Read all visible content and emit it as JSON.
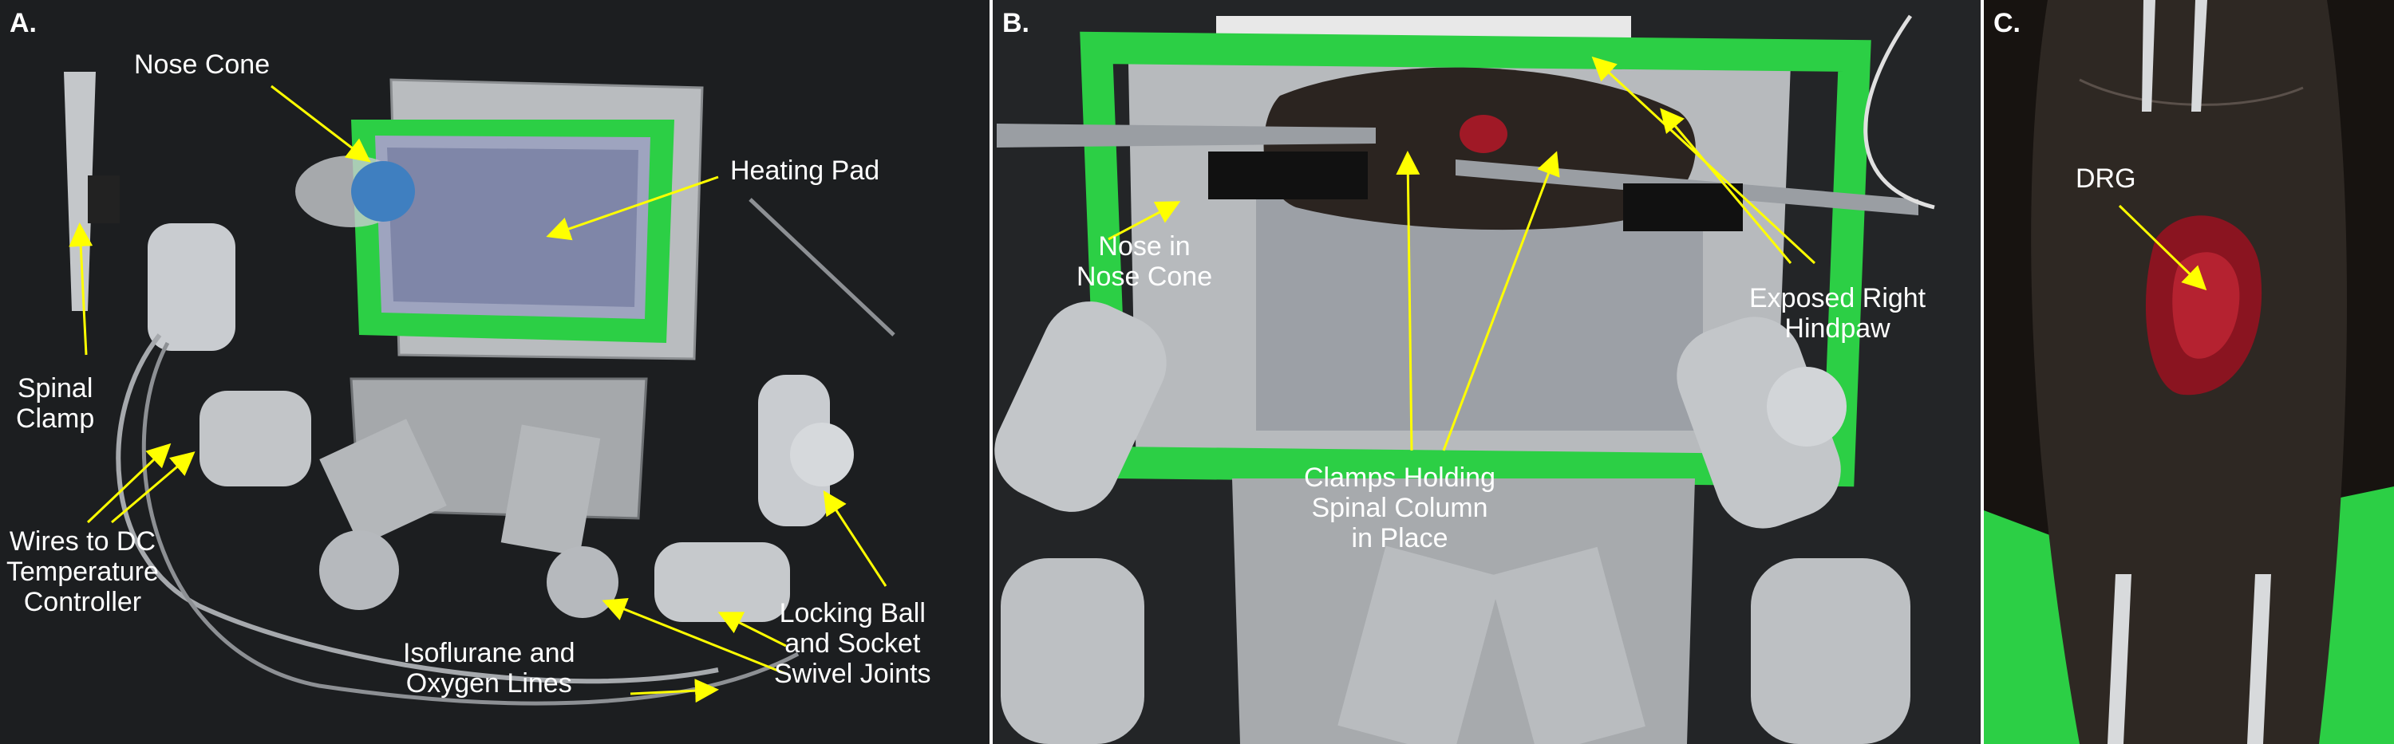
{
  "panels": [
    {
      "letter": "A.",
      "labels": {
        "nose_cone": "Nose Cone",
        "heating_pad": "Heating Pad",
        "spinal_clamp": "Spinal\nClamp",
        "wires": "Wires to DC\nTemperature\nController",
        "isoflurane": "Isoflurane and\nOxygen Lines",
        "locking": "Locking Ball\nand Socket\nSwivel Joints"
      }
    },
    {
      "letter": "B.",
      "labels": {
        "nose_in_cone": "Nose in\nNose Cone",
        "exposed_hindpaw": "Exposed Right\nHindpaw",
        "clamps_holding": "Clamps Holding\nSpinal Column\nin Place"
      }
    },
    {
      "letter": "C.",
      "labels": {
        "drg": "DRG"
      }
    }
  ],
  "colors": {
    "arrow": "#ffff00",
    "tape": "#2ccf45",
    "label_text": "#ffffff"
  }
}
